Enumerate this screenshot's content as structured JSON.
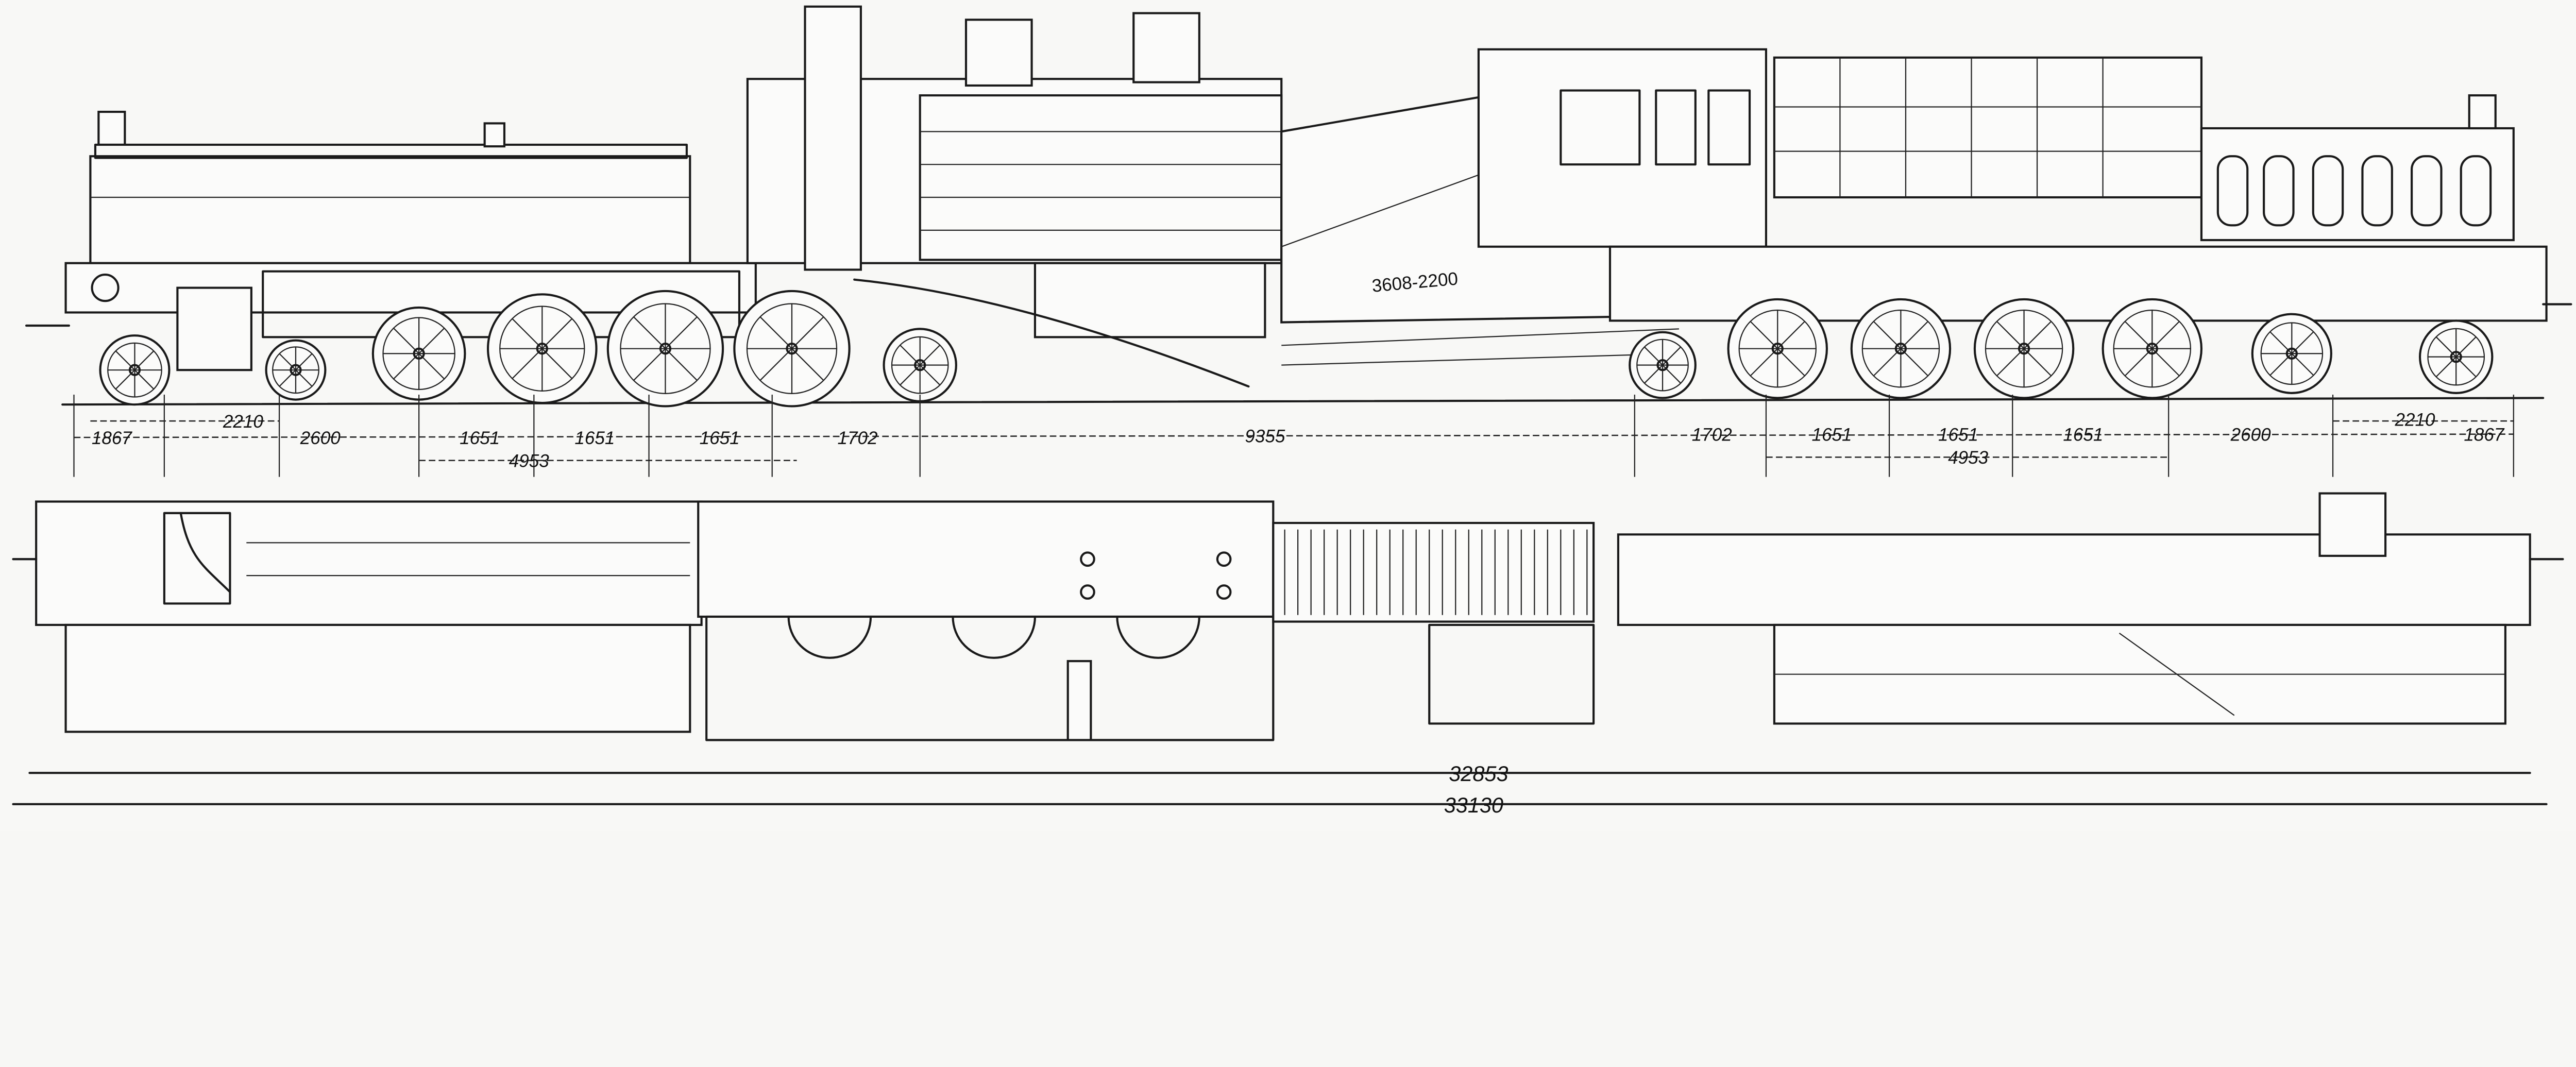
{
  "drawing": {
    "plate_number": "3608-2200",
    "elevation_dimensions_left": [
      "1867",
      "2210",
      "2600",
      "1651",
      "1651",
      "1651",
      "1702"
    ],
    "elevation_dimension_center": "9355",
    "elevation_dimensions_right": [
      "1702",
      "1651",
      "1651",
      "1651",
      "2600",
      "2210",
      "1867"
    ],
    "bogie_wheelbase_left": "4953",
    "bogie_wheelbase_right": "4953",
    "overall_length_frames": "32853",
    "overall_length_buffers": "33130"
  }
}
